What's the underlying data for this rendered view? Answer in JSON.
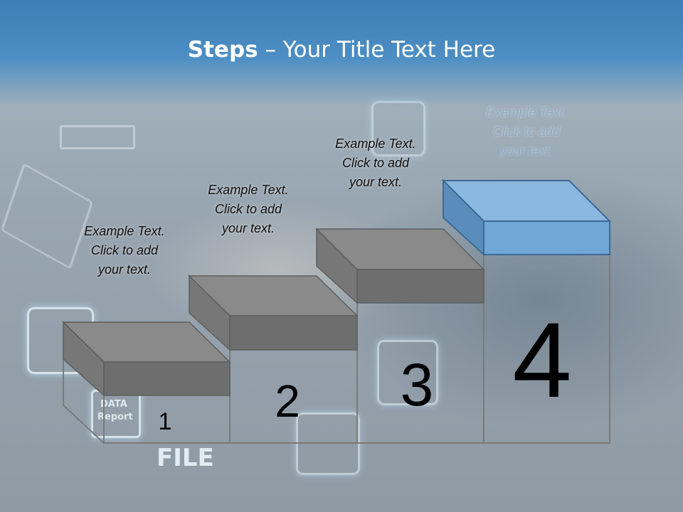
{
  "slide": {
    "title_bold": "Steps",
    "title_rest": " – Your Title Text Here"
  },
  "steps": [
    {
      "number": "1",
      "text": "Example Text.\nClick  to add\nyour text."
    },
    {
      "number": "2",
      "text": "Example Text.\nClick  to add\nyour text."
    },
    {
      "number": "3",
      "text": "Example Text.\nClick  to add\nyour text."
    },
    {
      "number": "4",
      "text": "Example Text.\nClick  to add\nyour text."
    }
  ],
  "background": {
    "file_label": "FILE",
    "data_report_line1": "DATA",
    "data_report_line2": "Report"
  },
  "colors": {
    "title_bar": "#3c7eb5",
    "step_gray_top": "#8a8a8a",
    "step_gray_front": "#6e6e6e",
    "step_highlight_top": "#8ab7dd",
    "step_highlight_front": "#6fa7d6"
  }
}
